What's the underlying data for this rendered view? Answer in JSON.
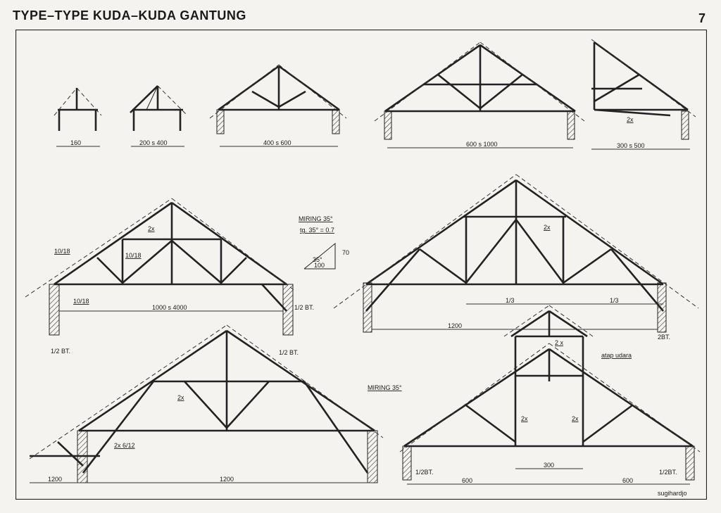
{
  "header": {
    "title": "TYPE–TYPE KUDA–KUDA GANTUNG",
    "page_number": "7"
  },
  "dimensions": {
    "span_160": "160",
    "span_200_400": "200 s 400",
    "span_400_600": "400 s 600",
    "span_600_1000": "600 s 1000",
    "span_300_500": "300 s 500",
    "span_1000_4000": "1000 s 4000",
    "span_1200_a": "1200",
    "span_1200_b": "1200",
    "span_300": "300",
    "span_600_left": "600",
    "span_600_right": "600",
    "third_left": "1/3",
    "third_right": "1/3",
    "wall_half_brick": "1/2 BT.",
    "wall_half_brick_b": "1/2 BT.",
    "wall_half_brick_c": "1/2 BT.",
    "wall_2bt": "2BT.",
    "wall_half_2bt": "1/2BT.",
    "wall_half_2bt_b": "1/2BT."
  },
  "annotations": {
    "timber_10_18_a": "10/18",
    "timber_10_18_b": "10/18",
    "timber_10_18_c": "10/18",
    "double_2x_a": "2x",
    "double_2x_b": "2x",
    "double_2x_c": "2x",
    "double_2x_d": "2x",
    "double_2x_e": "2 x",
    "double_2x_f": "2x",
    "double_2x_g": "2x",
    "timber_2x6_12": "2x 6/12",
    "atap_udara": "atap udara",
    "miring_35": "MIRING  35°",
    "miring_35_b": "MIRING 35°",
    "tg_35": "tg. 35° = 0.7",
    "slope_70": "70",
    "slope_100": "100",
    "slope_angle": "35°",
    "signature": "sugihardjo"
  }
}
